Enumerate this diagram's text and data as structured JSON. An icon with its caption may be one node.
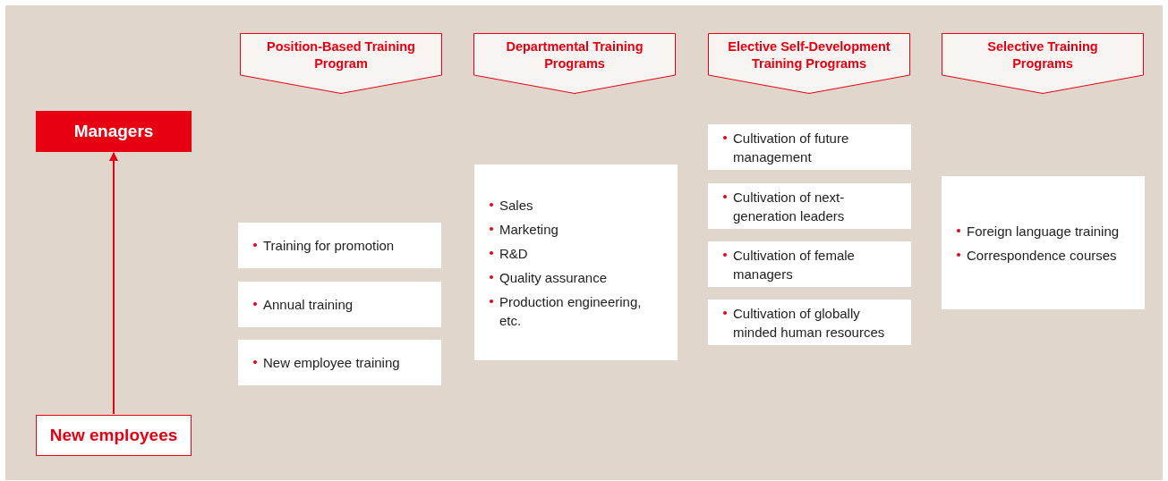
{
  "diagram": {
    "nodes": [
      {
        "text": [
          "Position-Based Training Program"
        ]
      },
      {
        "text": [
          "Departmental Training Programs"
        ]
      },
      {
        "text": [
          "Elective Self-Development Training Programs"
        ]
      },
      {
        "text": [
          "Selective Training Programs"
        ]
      },
      {
        "text": [
          "Managers"
        ]
      },
      {
        "text": [
          "Training for promotion"
        ]
      },
      {
        "text": [
          "Annual training"
        ]
      },
      {
        "text": [
          "New employee training"
        ]
      },
      {
        "text": [
          "Sales",
          "Marketing",
          "R&D",
          "Quality assurance",
          "Production engineering, etc."
        ]
      },
      {
        "text": [
          "Cultivation of future management"
        ]
      },
      {
        "text": [
          "Cultivation of next-generation leaders"
        ]
      },
      {
        "text": [
          "Cultivation of female managers"
        ]
      },
      {
        "text": [
          "Cultivation of globally minded human resources"
        ]
      },
      {
        "text": [
          "Foreign language training",
          "Correspondence courses"
        ]
      },
      {
        "text": [
          "New employees"
        ]
      }
    ],
    "edges": [
      {
        "from": 14,
        "to": 4,
        "arrow": "to"
      }
    ]
  }
}
